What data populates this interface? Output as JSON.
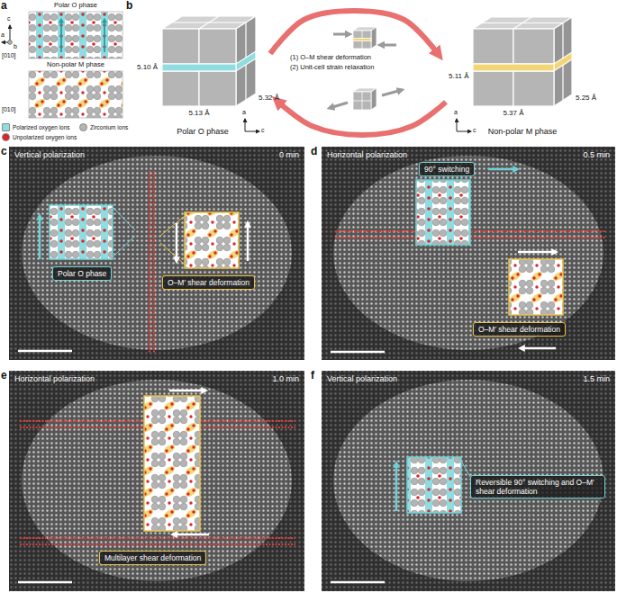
{
  "diagram": {
    "nodes": [
      {
        "text": [
          "Polar O phase"
        ]
      },
      {
        "text": [
          "Non-polar M phase"
        ]
      },
      {
        "text": [
          "Polar O phase"
        ]
      },
      {
        "text": [
          "O–M′ shear deformation"
        ]
      },
      {
        "text": [
          "90° switching"
        ]
      },
      {
        "text": [
          "O–M′ shear deformation"
        ]
      },
      {
        "text": [
          "Multilayer shear deformation"
        ]
      },
      {
        "text": [
          "Reversible 90° switching and O–M′ shear deformation"
        ]
      }
    ],
    "edges": [
      {
        "from": 0,
        "to": 1,
        "arrow": "to"
      },
      {
        "from": 1,
        "to": 0,
        "arrow": "to"
      }
    ],
    "labels": [
      "a",
      "Polar O phase",
      "c",
      "a",
      "b",
      "[010]",
      "Non-polar M phase",
      "[010]",
      "b",
      "5.10 Å",
      "5.13 Å",
      "5.32 Å",
      "c",
      "a",
      "(1) O–M shear deformation",
      "(2) Unit-cell strain relaxation",
      "5.11 Å",
      "5.37 Å",
      "5.25 Å",
      "a",
      "c",
      "c",
      "Vertical polarization",
      "0 min",
      "d",
      "Horizontal polarization",
      "0.5 min",
      "e",
      "Horizontal polarization",
      "1.0 min",
      "f",
      "Vertical polarization",
      "1.5 min"
    ],
    "legend": [
      {
        "text": "Polarized oxygen ions",
        "color": "#8fdde0"
      },
      {
        "text": "Zirconium ions",
        "color": "#b4b4b4"
      },
      {
        "text": "Unpolarized oxygen ions",
        "color": "#d9252a"
      }
    ]
  }
}
